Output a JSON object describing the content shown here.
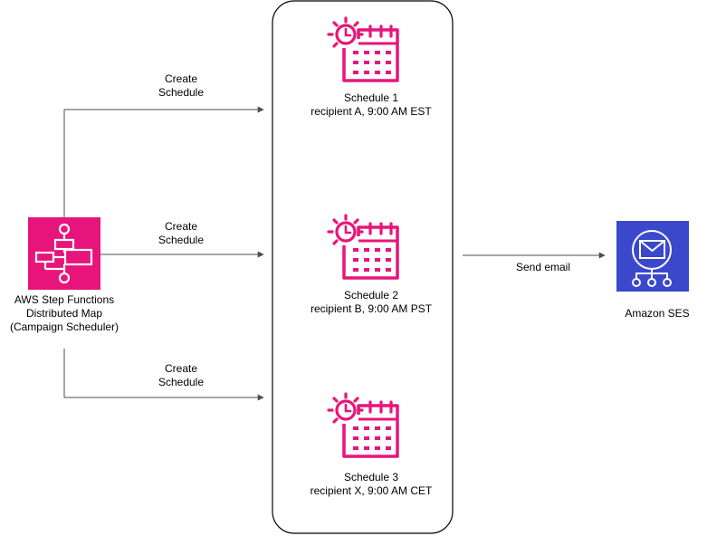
{
  "source": {
    "name_lines": [
      "AWS Step Functions",
      "Distributed Map",
      "(Campaign Scheduler)"
    ],
    "color": "#E7157B"
  },
  "edges": [
    {
      "label_lines": [
        "Create",
        "Schedule"
      ]
    },
    {
      "label_lines": [
        "Create",
        "Schedule"
      ]
    },
    {
      "label_lines": [
        "Create",
        "Schedule"
      ]
    }
  ],
  "schedules": [
    {
      "title": "Schedule 1",
      "detail": "recipient A, 9:00 AM EST"
    },
    {
      "title": "Schedule 2",
      "detail": "recipient B, 9:00 AM PST"
    },
    {
      "title": "Schedule 3",
      "detail": "recipient X, 9:00 AM CET"
    }
  ],
  "send_edge": {
    "label": "Send email"
  },
  "target": {
    "name": "Amazon SES",
    "color": "#3B48CC"
  },
  "colors": {
    "schedule_icon": "#E7157B",
    "line": "#4D4D4D",
    "container_border": "#000000"
  },
  "icons": {
    "source": "step-functions-icon",
    "schedule": "calendar-clock-icon",
    "target": "ses-envelope-icon"
  }
}
